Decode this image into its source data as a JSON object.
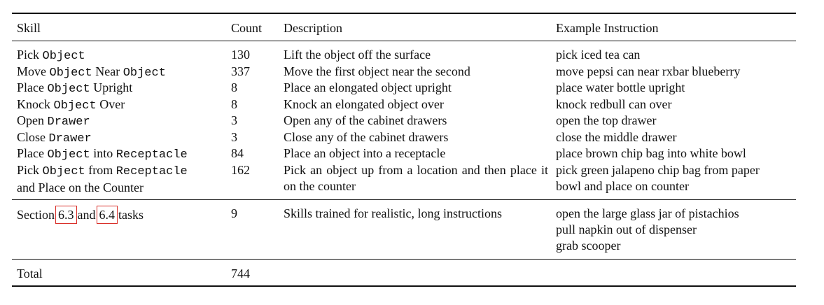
{
  "header": {
    "skill": "Skill",
    "count": "Count",
    "description": "Description",
    "example": "Example Instruction"
  },
  "rows": [
    {
      "skill": [
        {
          "t": "Pick "
        },
        {
          "m": "Object"
        }
      ],
      "count": "130",
      "description": "Lift the object off the surface",
      "example": "pick iced tea can"
    },
    {
      "skill": [
        {
          "t": "Move "
        },
        {
          "m": "Object"
        },
        {
          "t": " Near "
        },
        {
          "m": "Object"
        }
      ],
      "count": "337",
      "description": "Move the first object near the second",
      "example": "move pepsi can near rxbar blueberry"
    },
    {
      "skill": [
        {
          "t": "Place "
        },
        {
          "m": "Object"
        },
        {
          "t": " Upright"
        }
      ],
      "count": "8",
      "description": "Place an elongated object upright",
      "example": "place water bottle upright"
    },
    {
      "skill": [
        {
          "t": "Knock "
        },
        {
          "m": "Object"
        },
        {
          "t": " Over"
        }
      ],
      "count": "8",
      "description": "Knock an elongated object over",
      "example": "knock redbull can over"
    },
    {
      "skill": [
        {
          "t": "Open "
        },
        {
          "m": "Drawer"
        }
      ],
      "count": "3",
      "description": "Open any of the cabinet drawers",
      "example": "open the top drawer"
    },
    {
      "skill": [
        {
          "t": "Close "
        },
        {
          "m": "Drawer"
        }
      ],
      "count": "3",
      "description": "Close any of the cabinet drawers",
      "example": "close the middle drawer"
    },
    {
      "skill": [
        {
          "t": "Place "
        },
        {
          "m": "Object"
        },
        {
          "t": " into "
        },
        {
          "m": "Receptacle"
        }
      ],
      "count": "84",
      "description": "Place an object into a receptacle",
      "example": "place brown chip bag into white bowl"
    }
  ],
  "row8": {
    "skill_line1": [
      {
        "t": "Pick "
      },
      {
        "m": "Object"
      },
      {
        "t": " from "
      },
      {
        "m": "Receptacle"
      }
    ],
    "skill_line2": "and Place on the Counter",
    "count": "162",
    "description": "Pick an object up from a location and then place it on the counter",
    "example_line1": "pick green jalapeno chip bag from paper",
    "example_line2": "bowl and place on counter"
  },
  "section": {
    "prefix": "Section",
    "ref1": "6.3",
    "and": "and",
    "ref2": "6.4",
    "suffix": "tasks",
    "count": "9",
    "description": "Skills trained for realistic, long instructions",
    "examples": [
      "open the large glass jar of pistachios",
      "pull napkin out of dispenser",
      "grab scooper"
    ]
  },
  "total": {
    "label": "Total",
    "count": "744"
  },
  "colors": {
    "text": "#111111",
    "reference_box": "#d9302a"
  }
}
